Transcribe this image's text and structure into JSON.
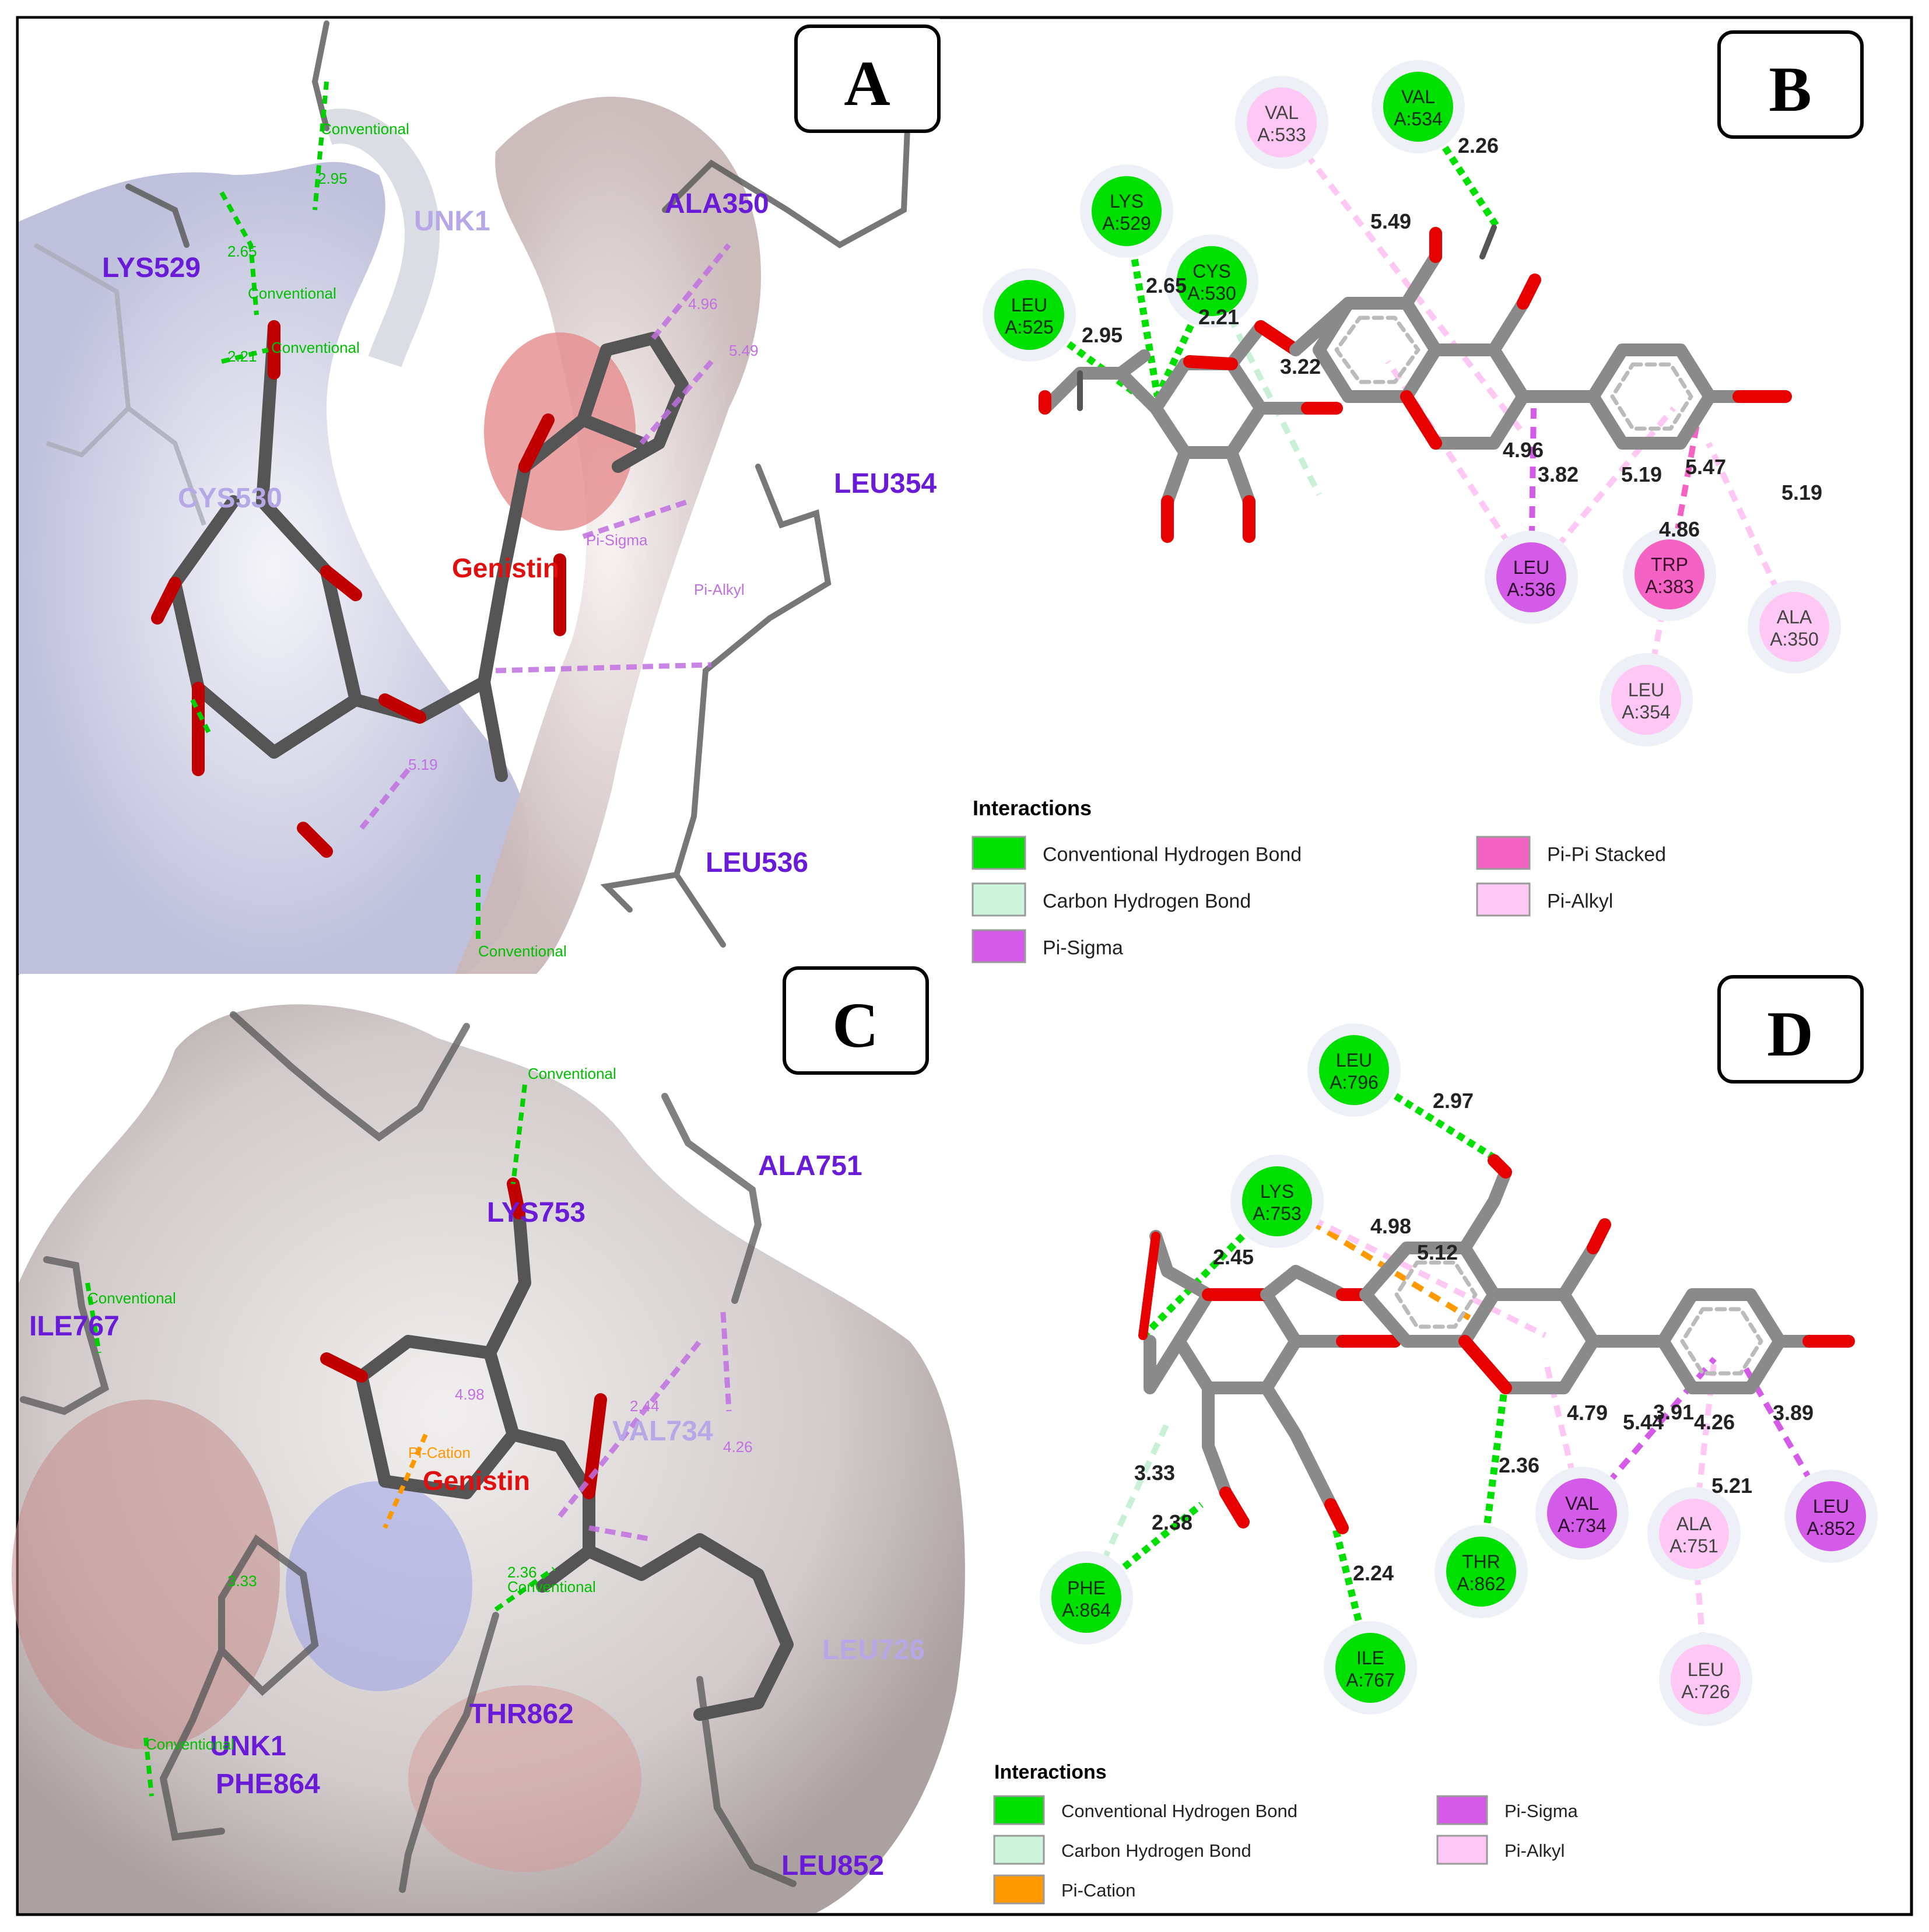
{
  "panels": {
    "A": {
      "letter": "A",
      "residue_labels": [
        "LYS529",
        "UNK1",
        "ALA350",
        "CYS530",
        "LEU354",
        "LEU536"
      ],
      "ligand_label": "Genistin",
      "interaction_tags": [
        "Conventional",
        "Conventional",
        "Conventional",
        "Conventional",
        "Pi-Sigma",
        "Pi-Alkyl"
      ],
      "distance_tags": [
        "2.95",
        "2.65",
        "2.21",
        "4.96",
        "5.19",
        "5.49"
      ]
    },
    "B": {
      "letter": "B",
      "legend": {
        "title": "Interactions",
        "items": [
          {
            "label": "Conventional Hydrogen Bond",
            "color": "#00e000"
          },
          {
            "label": "Carbon Hydrogen Bond",
            "color": "#ccf5dc"
          },
          {
            "label": "Pi-Sigma",
            "color": "#d45ae8"
          },
          {
            "label": "Pi-Pi Stacked",
            "color": "#f463c4"
          },
          {
            "label": "Pi-Alkyl",
            "color": "#ffc8f4"
          }
        ]
      },
      "residues": [
        {
          "id": "leu525",
          "name": "LEU",
          "chain": "A:525",
          "type": "hbond"
        },
        {
          "id": "lys529",
          "name": "LYS",
          "chain": "A:529",
          "type": "hbond"
        },
        {
          "id": "cys530",
          "name": "CYS",
          "chain": "A:530",
          "type": "hbond"
        },
        {
          "id": "val533",
          "name": "VAL",
          "chain": "A:533",
          "type": "pialkyl"
        },
        {
          "id": "val534",
          "name": "VAL",
          "chain": "A:534",
          "type": "hbond"
        },
        {
          "id": "leu536",
          "name": "LEU",
          "chain": "A:536",
          "type": "pisigma"
        },
        {
          "id": "trp383",
          "name": "TRP",
          "chain": "A:383",
          "type": "pipi"
        },
        {
          "id": "ala350",
          "name": "ALA",
          "chain": "A:350",
          "type": "pialkyl"
        },
        {
          "id": "leu354",
          "name": "LEU",
          "chain": "A:354",
          "type": "pialkyl"
        }
      ],
      "distances": [
        "2.26",
        "5.49",
        "2.65",
        "2.21",
        "2.95",
        "3.22",
        "4.96",
        "3.82",
        "5.19",
        "5.47",
        "5.19",
        "4.86"
      ]
    },
    "C": {
      "letter": "C",
      "residue_labels": [
        "ALA751",
        "LYS753",
        "ILE767",
        "VAL734",
        "LEU726",
        "THR862",
        "UNK1",
        "PHE864",
        "LEU852"
      ],
      "ligand_label": "Genistin",
      "interaction_tags": [
        "Conventional",
        "Conventional",
        "Conventional",
        "Conventional",
        "Pi-Cation"
      ],
      "distance_tags": [
        "4.98",
        "2.44",
        "4.26",
        "2.36",
        "3.33"
      ]
    },
    "D": {
      "letter": "D",
      "legend": {
        "title": "Interactions",
        "items": [
          {
            "label": "Conventional Hydrogen Bond",
            "color": "#00e000"
          },
          {
            "label": "Carbon Hydrogen Bond",
            "color": "#ccf5dc"
          },
          {
            "label": "Pi-Cation",
            "color": "#ff9900"
          },
          {
            "label": "Pi-Sigma",
            "color": "#d45ae8"
          },
          {
            "label": "Pi-Alkyl",
            "color": "#ffc8f4"
          }
        ]
      },
      "residues": [
        {
          "id": "leu796",
          "name": "LEU",
          "chain": "A:796",
          "type": "hbond"
        },
        {
          "id": "lys753",
          "name": "LYS",
          "chain": "A:753",
          "type": "hbond"
        },
        {
          "id": "phe864",
          "name": "PHE",
          "chain": "A:864",
          "type": "hbond"
        },
        {
          "id": "ile767",
          "name": "ILE",
          "chain": "A:767",
          "type": "hbond"
        },
        {
          "id": "thr862",
          "name": "THR",
          "chain": "A:862",
          "type": "hbond"
        },
        {
          "id": "val734",
          "name": "VAL",
          "chain": "A:734",
          "type": "pisigma"
        },
        {
          "id": "ala751",
          "name": "ALA",
          "chain": "A:751",
          "type": "pialkyl"
        },
        {
          "id": "leu852",
          "name": "LEU",
          "chain": "A:852",
          "type": "pisigma"
        },
        {
          "id": "leu726",
          "name": "LEU",
          "chain": "A:726",
          "type": "pialkyl"
        }
      ],
      "distances": [
        "2.97",
        "4.98",
        "5.12",
        "2.45",
        "3.33",
        "2.38",
        "2.24",
        "2.36",
        "4.79",
        "5.44",
        "3.91",
        "4.26",
        "3.89",
        "5.21"
      ]
    }
  },
  "colors": {
    "hbond": "#00e000",
    "hbond_dark": "#00b000",
    "carbon_hbond": "#ccf5dc",
    "pisigma": "#d45ae8",
    "pipi": "#f463c4",
    "pialkyl": "#ffc8f4",
    "pication": "#ff9900",
    "bond": "#8a8a8a",
    "oxygen": "#e60000",
    "residue_text": "#6a1bd8"
  }
}
